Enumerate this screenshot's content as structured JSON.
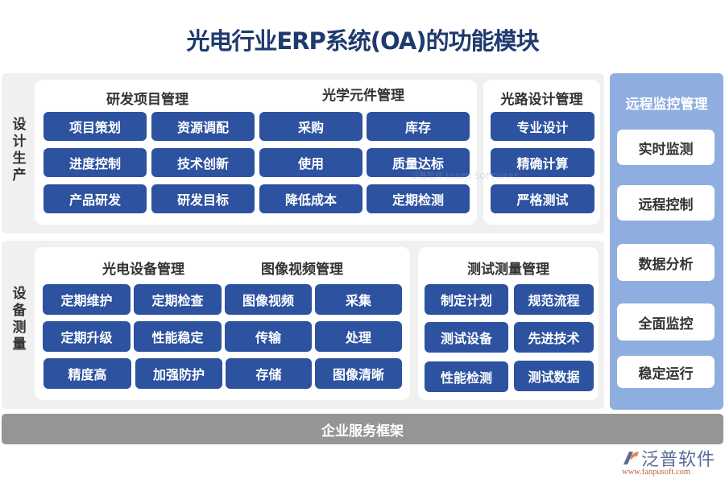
{
  "title": "光电行业ERP系统(OA)的功能模块",
  "sections": {
    "design": {
      "label": "设计生产",
      "label_chars": [
        "设",
        "计",
        "生",
        "产"
      ],
      "panels": [
        {
          "title_a": "研发项目管理",
          "title_b": "光学元件管理",
          "buttons": [
            "项目策划",
            "资源调配",
            "采购",
            "库存",
            "进度控制",
            "技术创新",
            "使用",
            "质量达标",
            "产品研发",
            "研发目标",
            "降低成本",
            "定期检测"
          ]
        },
        {
          "title": "光路设计管理",
          "buttons": [
            "专业设计",
            "精确计算",
            "严格测试"
          ]
        }
      ]
    },
    "equipment": {
      "label": "设备测量",
      "label_chars": [
        "设",
        "备",
        "测",
        "量"
      ],
      "panels": [
        {
          "title_a": "光电设备管理",
          "title_b": "图像视频管理",
          "buttons": [
            "定期维护",
            "定期检查",
            "图像视频",
            "采集",
            "定期升级",
            "性能稳定",
            "传输",
            "处理",
            "精度高",
            "加强防护",
            "存储",
            "图像清晰"
          ]
        },
        {
          "title": "测试测量管理",
          "buttons": [
            "制定计划",
            "规范流程",
            "测试设备",
            "先进技术",
            "性能检测",
            "测试数据"
          ]
        }
      ]
    }
  },
  "remote": {
    "title": "远程监控管理",
    "items": [
      "实时监测",
      "远程控制",
      "数据分析",
      "全面监控",
      "稳定运行"
    ]
  },
  "footer": {
    "label": "企业服务框架"
  },
  "logo": {
    "name": "泛普软件",
    "url": "www.fanpusoft.com",
    "watermark": "泛普软件 FANPU SOFTWARE"
  },
  "colors": {
    "title": "#1f3a6e",
    "button": "#2d52a0",
    "section_bg": "#f0f0f0",
    "remote_bg": "#8eaee0",
    "footer_bg": "#959595"
  }
}
